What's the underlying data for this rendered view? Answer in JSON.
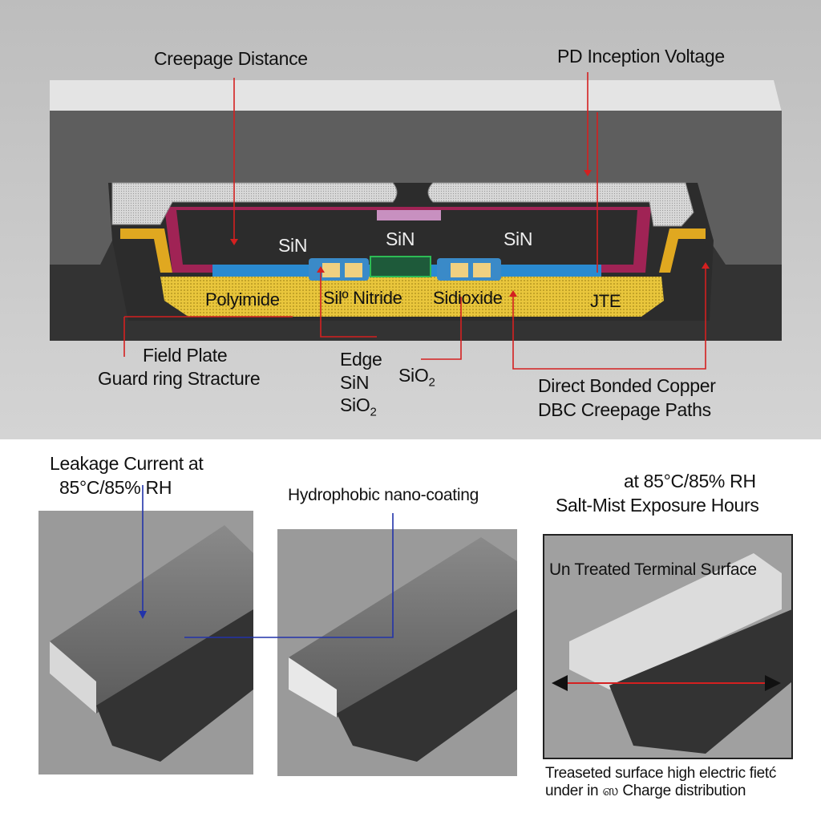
{
  "cross_section": {
    "labels": {
      "creepage_distance": "Creepage Distance",
      "pd_inception_voltage": "PD Inception Voltage",
      "sin_left": "SiN",
      "sin_center": "SiN",
      "sin_right": "SiN",
      "polyimide": "Polyimide",
      "sil_nitride": "Silº Nitride",
      "sidioxide": "Sidioxide",
      "jte": "JTE",
      "field_plate": "Field Plate",
      "guard_ring": "Guard ring Stracture",
      "edge": "Edge",
      "edge_sin": "SiN",
      "edge_sio2": "SiO",
      "edge_sio2_sub": "2",
      "sio2": "SiO",
      "sio2_sub": "2",
      "dbc_line1": "Direct Bonded Copper",
      "dbc_line2": "DBC Creepage Paths"
    }
  },
  "panels": {
    "leakage_line1": "Leakage Current at",
    "leakage_line2": "85°C/85%  RH",
    "hydrophobic": "Hydrophobic nano-coating",
    "salt_line1": "at 85°C/85% RH",
    "salt_line2": "Salt-Mist Exposure Hours",
    "untreated": "Un Treated Terminal Surface",
    "caption_line1": "Treaseted surface high electric fietć",
    "caption_line2": "under in ஸ Charge distribution"
  },
  "colors": {
    "annotation_red": "#d42020",
    "annotation_blue": "#2233aa",
    "polyimide_yellow": "#e8c23a",
    "passivation_blue": "#2a8ad0"
  }
}
